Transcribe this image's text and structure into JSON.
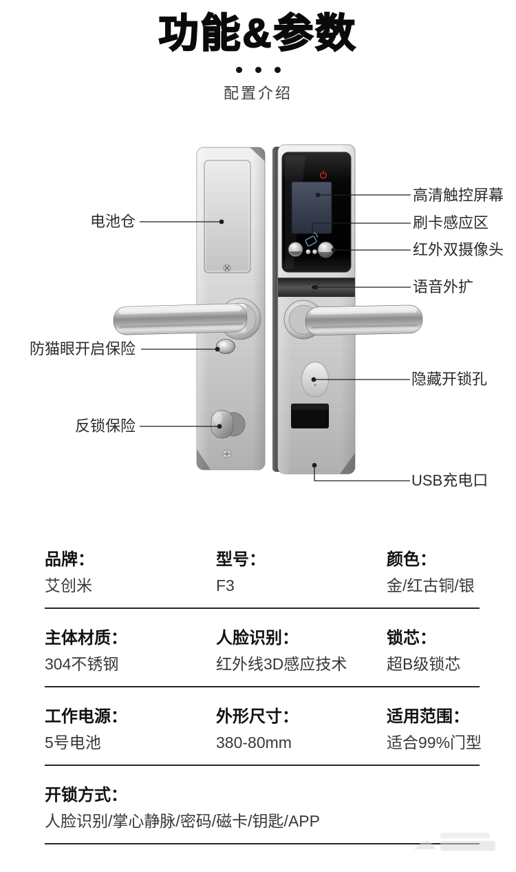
{
  "header": {
    "title": "功能&参数",
    "subtitle": "配置介绍"
  },
  "callouts": {
    "left": [
      {
        "label": "电池仓"
      },
      {
        "label": "防猫眼开启保险"
      },
      {
        "label": "反锁保险"
      }
    ],
    "right": [
      {
        "label": "高清触控屏幕"
      },
      {
        "label": "刷卡感应区"
      },
      {
        "label": "红外双摄像头"
      },
      {
        "label": "语音外扩"
      },
      {
        "label": "隐藏开锁孔"
      },
      {
        "label": "USB充电口"
      }
    ]
  },
  "specs": {
    "rows": [
      {
        "cells": [
          {
            "label": "品牌：",
            "value": "艾创米"
          },
          {
            "label": "型号：",
            "value": "F3"
          },
          {
            "label": "颜色：",
            "value": "金/红古铜/银"
          }
        ]
      },
      {
        "cells": [
          {
            "label": "主体材质：",
            "value": "304不锈钢"
          },
          {
            "label": "人脸识别：",
            "value": "红外线3D感应技术"
          },
          {
            "label": "锁芯：",
            "value": "超B级锁芯"
          }
        ]
      },
      {
        "cells": [
          {
            "label": "工作电源：",
            "value": "5号电池"
          },
          {
            "label": "外形尺寸：",
            "value": "380-80mm"
          },
          {
            "label": "适用范围：",
            "value": "适合99%门型"
          }
        ]
      }
    ],
    "last_row": {
      "label": "开锁方式：",
      "value": "人脸识别/掌心静脉/密码/磁卡/钥匙/APP"
    }
  },
  "colors": {
    "accent_red": "#c1272d",
    "line": "#1f1f1f",
    "text_dark": "#111111",
    "metal_light": "#f2f2f2",
    "metal_dark": "#a8a8a8",
    "glass_black": "#050505",
    "screen_navy": "#3a4153"
  }
}
